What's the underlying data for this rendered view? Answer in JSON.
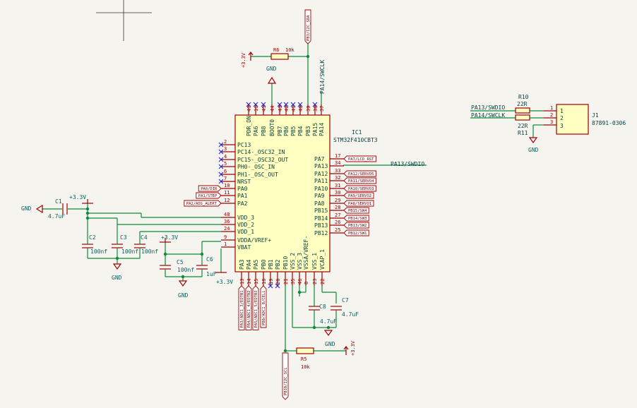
{
  "ic": {
    "ref": "IC1",
    "value": "STM32F410CBT3",
    "left_pins": [
      {
        "num": "2",
        "name": "PC13",
        "nc": true
      },
      {
        "num": "3",
        "name": "PC14-_OSC32_IN",
        "nc": true
      },
      {
        "num": "4",
        "name": "PC15-_OSC32_OUT",
        "nc": true
      },
      {
        "num": "5",
        "name": "PH0-_OSC_IN",
        "nc": true
      },
      {
        "num": "6",
        "name": "PH1-_OSC_OUT",
        "nc": true
      },
      {
        "num": "7",
        "name": "NRST",
        "nc": true
      },
      {
        "num": "10",
        "name": "PA0",
        "label": "PA0/DIR"
      },
      {
        "num": "11",
        "name": "PA1",
        "label": "PA1/STEP"
      },
      {
        "num": "12",
        "name": "PA2",
        "label": "PA2/ADS_ALERT"
      },
      {
        "num": "48",
        "name": "VDD_3"
      },
      {
        "num": "36",
        "name": "VDD_2"
      },
      {
        "num": "24",
        "name": "VDD_1"
      },
      {
        "num": "9",
        "name": "VDDA/VREF+"
      },
      {
        "num": "1",
        "name": "VBAT"
      }
    ],
    "right_pins": [
      {
        "num": "17",
        "name": "PA7",
        "label": "PA7/LCD_RST"
      },
      {
        "num": "34",
        "name": "PA13",
        "wire_label": "PA13/SWDIO"
      },
      {
        "num": "33",
        "name": "PA12",
        "label": "PA12/SERVO5"
      },
      {
        "num": "32",
        "name": "PA11",
        "label": "PA11/SERVO4"
      },
      {
        "num": "31",
        "name": "PA10",
        "label": "PA10/SERVO3"
      },
      {
        "num": "30",
        "name": "PA9",
        "label": "PA9/SERVO2"
      },
      {
        "num": "29",
        "name": "PA8",
        "label": "PA8/SERVO1"
      },
      {
        "num": "28",
        "name": "PB15",
        "label": "PB15/SW4"
      },
      {
        "num": "27",
        "name": "PB14",
        "label": "PB14/SW3"
      },
      {
        "num": "26",
        "name": "PB13",
        "label": "PB13/SW2"
      },
      {
        "num": "25",
        "name": "PB12",
        "label": "PB12/SW1"
      }
    ],
    "top_pins": [
      {
        "num": "47",
        "name": "PDR_ON"
      },
      {
        "num": "16",
        "name": "PA6"
      },
      {
        "num": "45",
        "name": "PB8"
      },
      {
        "num": "44",
        "name": "BOOT0"
      },
      {
        "num": "43",
        "name": "PB7"
      },
      {
        "num": "42",
        "name": "PB6"
      },
      {
        "num": "41",
        "name": "PB5"
      },
      {
        "num": "40",
        "name": "PB4"
      },
      {
        "num": "39",
        "name": "PB3"
      },
      {
        "num": "38",
        "name": "PA15"
      },
      {
        "num": "37",
        "name": "PA14"
      }
    ],
    "bottom_pins": [
      {
        "num": "13",
        "name": "PA3",
        "label": "PA3/ADC1_3/EDTB1"
      },
      {
        "num": "14",
        "name": "PA4",
        "label": "PA4/ADC1_4/EDTB2"
      },
      {
        "num": "15",
        "name": "PA5",
        "label": "PA5/ADC1_5/EDTB3"
      },
      {
        "num": "18",
        "name": "PB0",
        "label": "PB0/ADC1_8/CELL"
      },
      {
        "num": "19",
        "name": "PB1"
      },
      {
        "num": "20",
        "name": "PB2"
      },
      {
        "num": "21",
        "name": "PB10"
      },
      {
        "num": "35",
        "name": "VSS_2"
      },
      {
        "num": "46",
        "name": "VSS_3"
      },
      {
        "num": "8",
        "name": "VSSA/VREF-"
      },
      {
        "num": "23",
        "name": "VSS_1"
      },
      {
        "num": "22",
        "name": "VCAP_1"
      }
    ]
  },
  "top_labels": {
    "pb3": "PB3/I2C_SDA",
    "pa14": "PA14/SWCLK",
    "gnd": "GND"
  },
  "r6": {
    "ref": "R6",
    "value": "10k",
    "power": "+3.3V"
  },
  "r5": {
    "ref": "R5",
    "value": "10k",
    "power": "+3.3V",
    "label": "PB10/I2C_SCL"
  },
  "caps": {
    "c1": {
      "ref": "C1",
      "value": "4.7uF"
    },
    "c2": {
      "ref": "C2",
      "value": "100nf"
    },
    "c3": {
      "ref": "C3",
      "value": "100nf"
    },
    "c4": {
      "ref": "C4",
      "value": "100nf"
    },
    "c5": {
      "ref": "C5",
      "value": "100nf"
    },
    "c6": {
      "ref": "C6",
      "value": "1uF"
    },
    "c7": {
      "ref": "C7",
      "value": "4.7uF"
    },
    "c8": {
      "ref": "C8",
      "value": "4.7uF"
    }
  },
  "power": {
    "p33_c1": "+3.3V",
    "p33_c5": "+3.3V",
    "p33_vbat": "+3.3V",
    "gnd_c1": "GND",
    "gnd_caps": "GND",
    "gnd_c5": "GND",
    "gnd_vss": "GND",
    "gnd_j1": "GND"
  },
  "connector": {
    "ref": "J1",
    "value": "87891-0306",
    "r10": {
      "ref": "R10",
      "value": "22R"
    },
    "r11": {
      "ref": "R11",
      "value": "22R"
    },
    "net1": "PA13/SWDIO",
    "net2": "PA14/SWCLK",
    "pins": [
      "1",
      "2",
      "3"
    ],
    "pin_names": [
      "1",
      "2",
      "3"
    ]
  }
}
